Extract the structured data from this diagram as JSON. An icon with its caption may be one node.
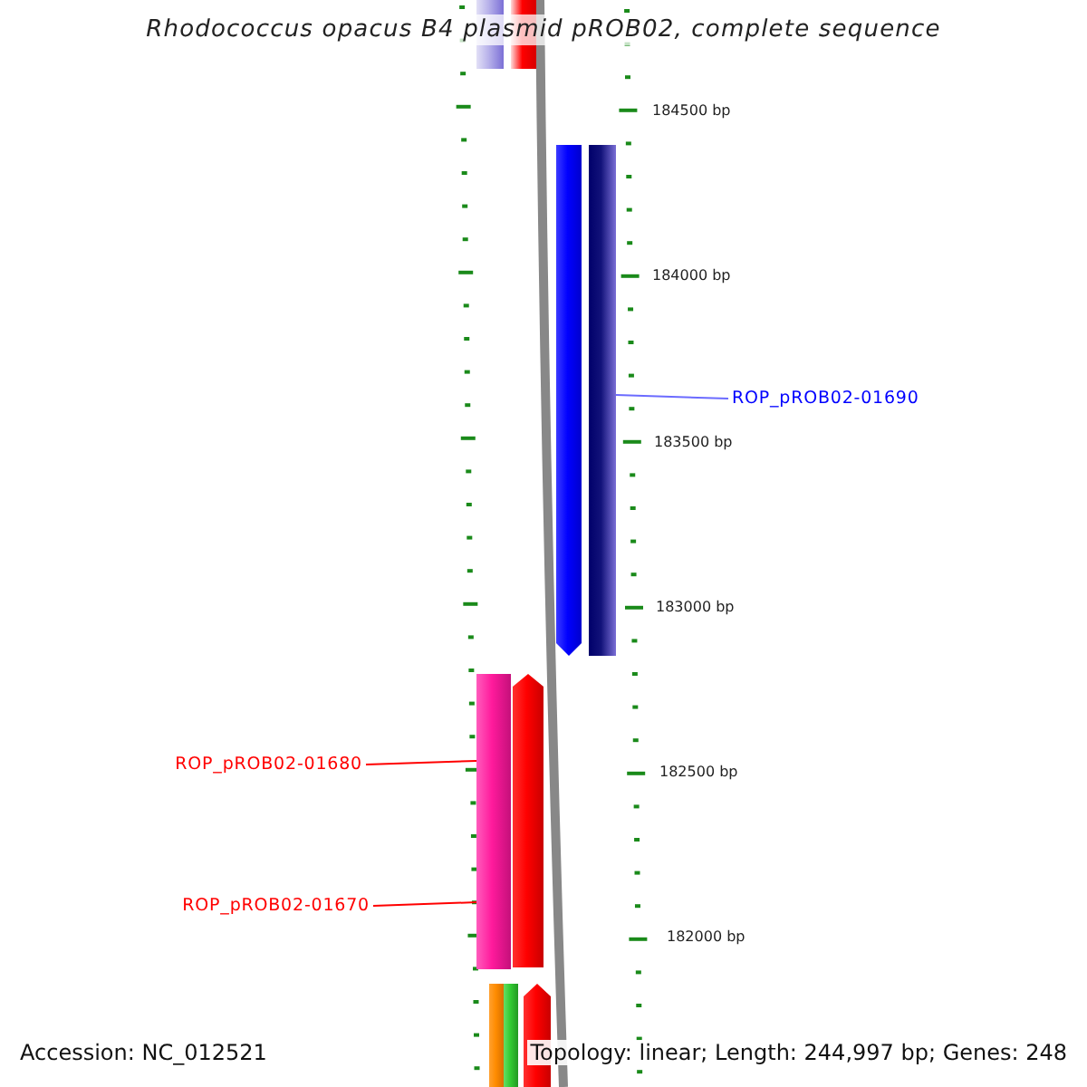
{
  "diagram": {
    "title": "Rhodococcus opacus B4 plasmid pROB02, complete sequence",
    "nodes": [
      {
        "text": [
          "ROP_pROB02-01690"
        ]
      },
      {
        "text": [
          "ROP_pROB02-01680"
        ]
      },
      {
        "text": [
          "ROP_pROB02-01670"
        ]
      },
      {
        "text": [],
        "shape": "bar"
      },
      {
        "text": [],
        "shape": "bar"
      },
      {
        "text": [],
        "shape": "bar"
      },
      {
        "text": [],
        "shape": "bar"
      },
      {
        "text": [],
        "shape": "bar"
      },
      {
        "text": [],
        "shape": "bar"
      },
      {
        "text": [],
        "shape": "bar"
      },
      {
        "text": [],
        "shape": "bar"
      },
      {
        "text": [],
        "shape": "bar"
      }
    ],
    "edges": [
      {
        "from": 0,
        "to": 6,
        "arrow": "none",
        "color": "#6b6bff"
      },
      {
        "from": 1,
        "to": 7,
        "arrow": "none"
      },
      {
        "from": 2,
        "to": 7,
        "arrow": "none"
      }
    ],
    "labels": [
      "184500 bp",
      "184000 bp",
      "183500 bp",
      "183000 bp",
      "182500 bp",
      "182000 bp",
      "Accession: NC_012521",
      "Topology: linear; Length: 244,997 bp; Genes: 248"
    ]
  }
}
